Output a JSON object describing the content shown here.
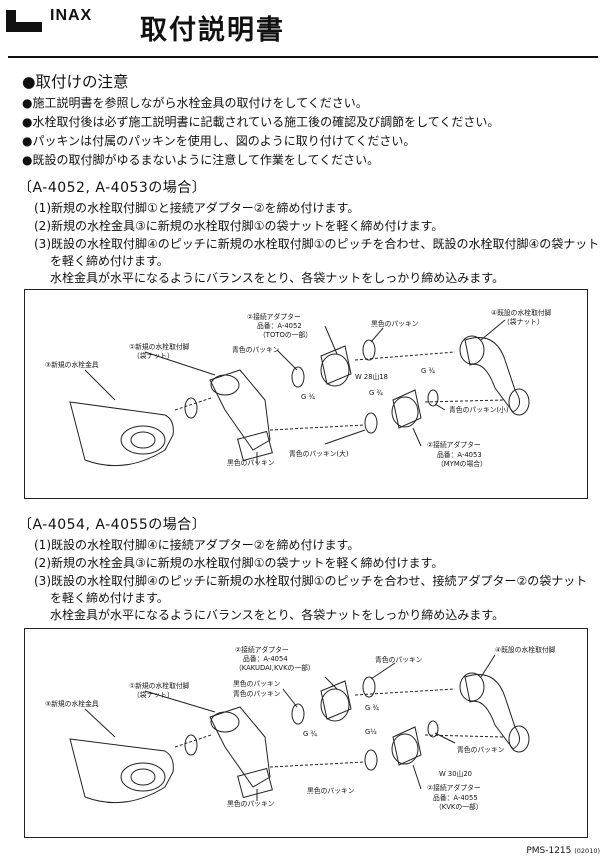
{
  "header": {
    "brand": "INAX",
    "title": "取付説明書"
  },
  "notes": {
    "heading": "●取付けの注意",
    "items": [
      "●施工説明書を参照しながら水栓金具の取付けをしてください。",
      "●水栓取付後は必ず施工説明書に記載されている施工後の確認及び調節をしてください。",
      "●パッキンは付属のパッキンを使用し、図のように取り付けてください。",
      "●既設の取付脚がゆるまないように注意して作業をしてください。"
    ]
  },
  "section1": {
    "heading": "〔A-4052, A-4053の場合〕",
    "steps": [
      "(1)新規の水栓取付脚①と接続アダプター②を締め付けます。",
      "(2)新規の水栓金具③に新規の水栓取付脚①の袋ナットを軽く締め付けます。",
      "(3)既設の水栓取付脚④のピッチに新規の水栓取付脚①のピッチを合わせ、既設の水栓取付脚④の袋ナット",
      "を軽く締め付けます。",
      "水栓金具が水平になるようにバランスをとり、各袋ナットをしっかり締め込みます。"
    ],
    "labels": {
      "faucet": "③新規の水栓金具",
      "new_leg": "①新規の水栓取付脚",
      "new_leg_sub": "（袋ナット）",
      "adapter_top": "②接続アダプター",
      "adapter_top_part": "品番：A-4052",
      "adapter_top_sub": "（TOTOの一部）",
      "blue_packing_1": "青色のパッキン",
      "black_packing_top": "黒色のパッキン",
      "old_leg": "④既設の水栓取付脚",
      "old_leg_sub": "（袋ナット）",
      "thread_w": "W 28山18",
      "g34_a": "G ¾",
      "g34_b": "G ¾",
      "g34_c": "G ¾",
      "blue_packing_small": "青色のパッキン(小)",
      "adapter_bottom": "②接続アダプター",
      "adapter_bottom_part": "品番：A-4053",
      "adapter_bottom_sub": "（MYMの場合）",
      "blue_packing_large": "青色のパッキン(大)",
      "black_packing_bottom": "黒色のパッキン"
    }
  },
  "section2": {
    "heading": "〔A-4054, A-4055の場合〕",
    "steps": [
      "(1)既設の水栓取付脚④に接続アダプター②を締め付けます。",
      "(2)新規の水栓金具③に新規の水栓取付脚①の袋ナットを軽く締め付けます。",
      "(3)既設の水栓取付脚④のピッチに新規の水栓取付脚①のピッチを合わせ、接続アダプター②の袋ナット",
      "を軽く締め付けます。",
      "水栓金具が水平になるようにバランスをとり、各袋ナットをしっかり締め込みます。"
    ],
    "labels": {
      "faucet": "③新規の水栓金具",
      "new_leg": "①新規の水栓取付脚",
      "new_leg_sub": "（袋ナット）",
      "adapter_top": "②接続アダプター",
      "adapter_top_part": "品番：A-4054",
      "adapter_top_sub": "（KAKUDAI,KVKの一部）",
      "black_packing_1": "黒色のパッキン",
      "blue_packing_1": "青色のパッキン",
      "old_leg": "④既設の水栓取付脚",
      "g34_a": "G ¾",
      "g34_b": "G ¾",
      "g12": "G½",
      "thread_w": "W 30山20",
      "blue_packing_2": "青色のパッキン",
      "black_packing_2": "黒色のパッキン",
      "adapter_bottom": "②接続アダプター",
      "adapter_bottom_part": "品番：A-4055",
      "adapter_bottom_sub": "（KVKの一部）",
      "black_packing_3": "黒色のパッキン"
    }
  },
  "footer": {
    "code": "PMS-1215",
    "revision": "(02010)"
  }
}
